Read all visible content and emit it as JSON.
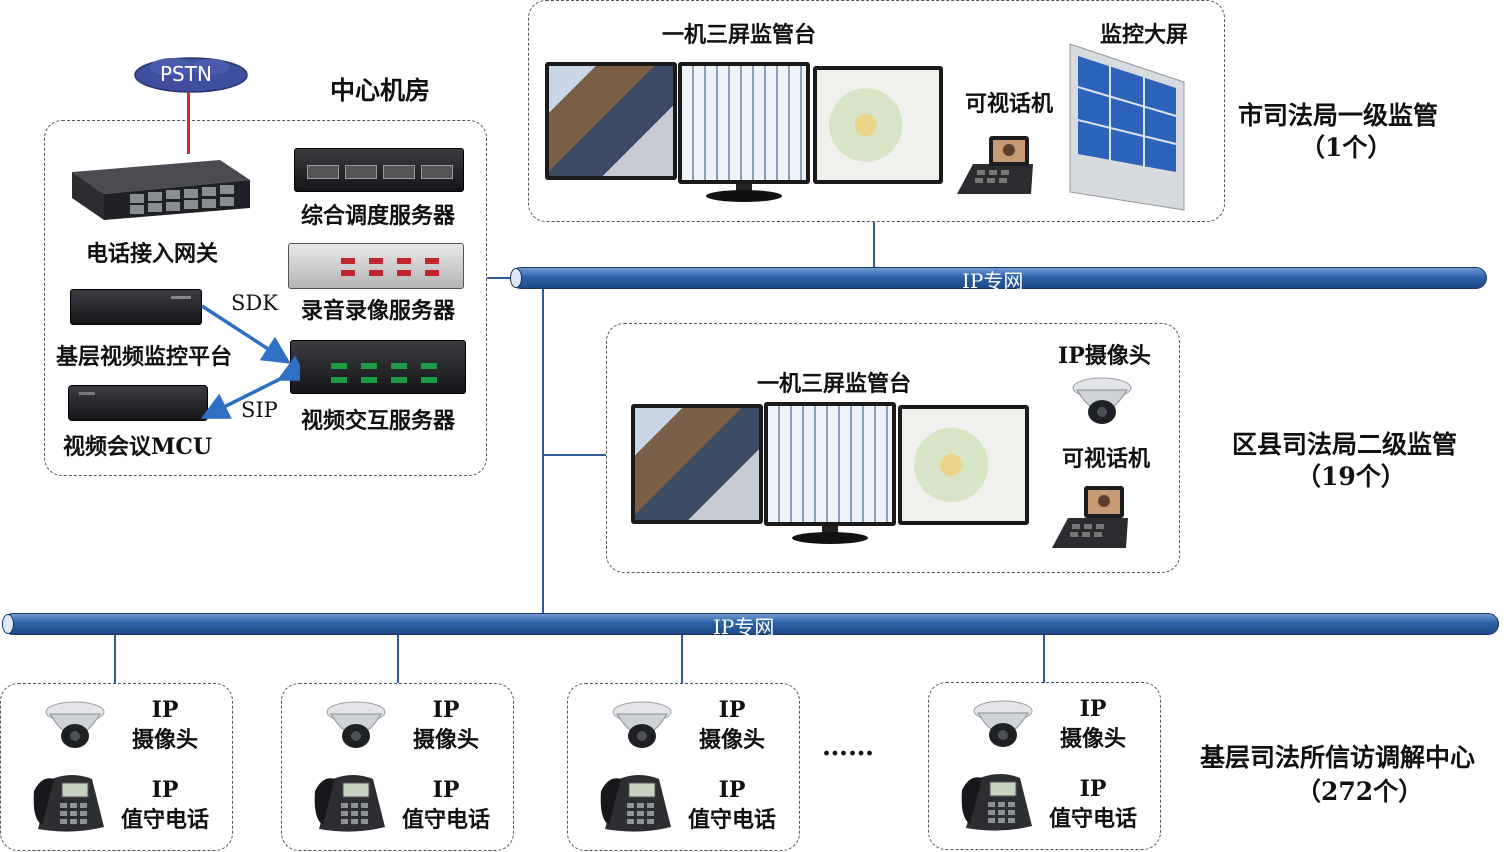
{
  "center_room": {
    "title": "中心机房",
    "pstn": "PSTN",
    "gateway": "电话接入网关",
    "dispatch_server": "综合调度服务器",
    "recording_server": "录音录像服务器",
    "video_platform": "基层视频监控平台",
    "video_server": "视频交互服务器",
    "mcu": "视频会议MCU",
    "sdk": "SDK",
    "sip": "SIP"
  },
  "city_level": {
    "console": "一机三屏监管台",
    "videophone": "可视话机",
    "big_screen": "监控大屏",
    "title": "市司法局一级监管",
    "count": "（1个）"
  },
  "network": {
    "top_label": "IP专网",
    "bottom_label": "IP专网"
  },
  "district_level": {
    "console": "一机三屏监管台",
    "camera": "IP摄像头",
    "videophone": "可视话机",
    "title": "区县司法局二级监管",
    "count": "（19个）"
  },
  "grassroots": {
    "nodes": [
      {
        "cam_l1": "IP",
        "cam_l2": "摄像头",
        "phone_l1": "IP",
        "phone_l2": "值守电话"
      },
      {
        "cam_l1": "IP",
        "cam_l2": "摄像头",
        "phone_l1": "IP",
        "phone_l2": "值守电话"
      },
      {
        "cam_l1": "IP",
        "cam_l2": "摄像头",
        "phone_l1": "IP",
        "phone_l2": "值守电话"
      },
      {
        "cam_l1": "IP",
        "cam_l2": "摄像头",
        "phone_l1": "IP",
        "phone_l2": "值守电话"
      }
    ],
    "ellipsis": "……",
    "title": "基层司法所信访调解中心",
    "count": "（272个）"
  },
  "colors": {
    "pipe": "#2c62a8",
    "connector": "#2e5c99",
    "arrow": "#2f6fc4",
    "pstn_line": "#d42a2a",
    "pstn_cloud": "#3f4f9e"
  }
}
